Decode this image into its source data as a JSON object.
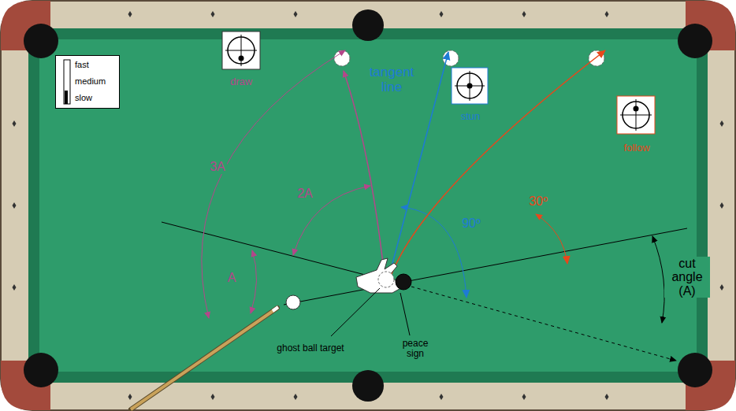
{
  "diagram": {
    "nodes": [
      {
        "text": [
          "fast",
          "medium",
          "slow"
        ]
      }
    ],
    "labels": [
      "draw",
      "tangent line",
      "stun",
      "follow",
      "3A",
      "2A",
      "A",
      "90º",
      "30º",
      "cut angle (A)",
      "ghost ball target",
      "peace sign"
    ]
  }
}
